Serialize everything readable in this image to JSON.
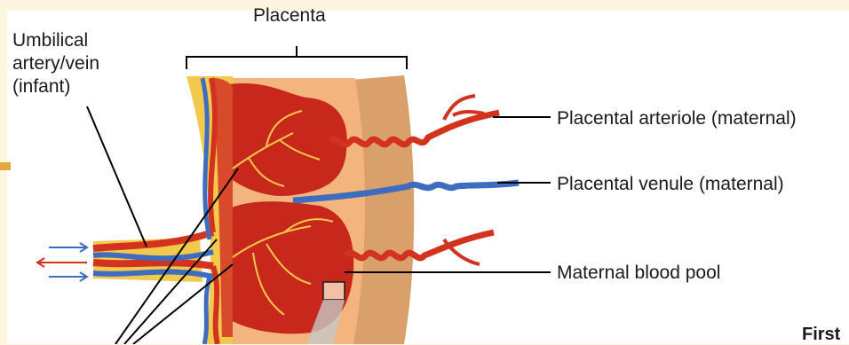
{
  "diagram": {
    "title": "Placenta",
    "umbilical_label": [
      "Umbilical",
      "artery/vein",
      "(infant)"
    ],
    "arteriole_label": "Placental arteriole (maternal)",
    "venule_label": "Placental venule (maternal)",
    "pool_label": "Maternal blood pool",
    "cut_label": "First"
  },
  "colors": {
    "page_background": "#fdf6dc",
    "panel": "#ffffff",
    "accent": "#e8a53c",
    "uterine_wall_light": "#f4b47d",
    "uterine_wall_dark": "#d9a06c",
    "placenta_tissue": "#c8281c",
    "artery_red": "#d2321e",
    "vein_blue": "#3d6cc0",
    "wharton_yellow": "#f2c94c",
    "leader_line": "#000000"
  }
}
